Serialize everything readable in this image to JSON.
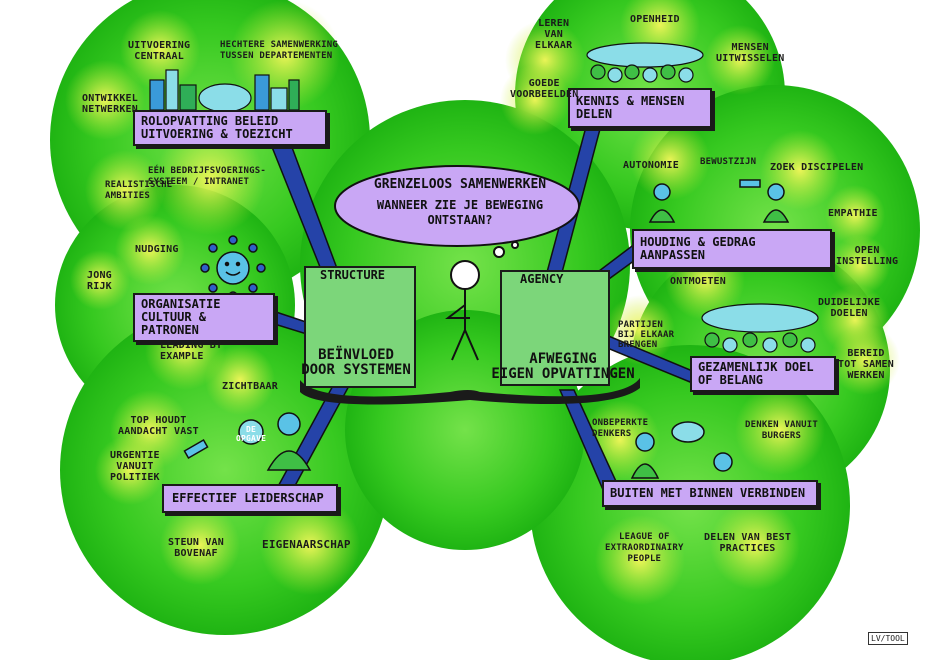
{
  "center": {
    "title": "GRENZELOOS SAMENWERKEN",
    "question": "WANNEER ZIE JE BEWEGING\nONTSTAAN?"
  },
  "structure": {
    "title": "STRUCTURE",
    "caption": "BEÏNVLOED\nDOOR SYSTEMEN"
  },
  "agency": {
    "title": "AGENCY",
    "caption": "AFWEGING\nEIGEN OPVATTINGEN"
  },
  "boxes": {
    "rolopvatting": "ROLOPVATTING BELEID\nUITVOERING & TOEZICHT",
    "organisatie": "ORGANISATIE\nCULTUUR & PATRONEN",
    "leiderschap": "EFFECTIEF LEIDERSCHAP",
    "kennis": "KENNIS & MENSEN DELEN",
    "houding": "HOUDING & GEDRAG AANPASSEN",
    "gezamenlijk": "GEZAMENLIJK DOEL\nOF BELANG",
    "buiten": "BUITEN MET BINNEN VERBINDEN"
  },
  "labels": {
    "uitvoering_centraal": "UITVOERING\nCENTRAAL",
    "hechtere": "HECHTERE SAMENWERKING\nTUSSEN DEPARTEMENTEN",
    "ontwikkel": "ONTWIKKEL\nNETWERKEN",
    "een_bedrijf": "EÉN BEDRIJFSVOERINGS-\nSYSTEEM / INTRANET",
    "realistische": "REALISTISCHE\nAMBITIES",
    "nudging": "NUDGING",
    "jong_rijk": "JONG\nRIJK",
    "leading": "LEADING BY\nEXAMPLE",
    "zichtbaar": "ZICHTBAAR",
    "top_houdt": "TOP HOUDT\nAANDACHT VAST",
    "urgentie": "URGENTIE\nVANUIT\nPOLITIEK",
    "de_opgave": "DE\nOPGAVE",
    "steun": "STEUN VAN\nBOVENAF",
    "eigenaarschap": "EIGENAARSCHAP",
    "leren": "LEREN\nVAN\nELKAAR",
    "openheid": "OPENHEID",
    "mensen": "MENSEN\nUITWISSELEN",
    "goede": "GOEDE\nVOORBEELDEN",
    "autonomie": "AUTONOMIE",
    "bewustzijn": "BEWUSTZIJN",
    "zoek": "ZOEK DISCIPELEN",
    "empathie": "EMPATHIE",
    "open_instelling": "OPEN\nINSTELLING",
    "ontmoeten": "ONTMOETEN",
    "duidelijke": "DUIDELIJKE\nDOELEN",
    "partijen": "PARTIJEN\nBIJ ELKAAR\nBRENGEN",
    "bereid": "BEREID\nTOT SAMEN\nWERKEN",
    "onbeperkte": "ONBEPERKTE\nDENKERS",
    "denken_vanuit": "DENKEN VANUIT\nBURGERS",
    "league": "LEAGUE OF\nEXTRAORDINAIRY\nPEOPLE",
    "delen": "DELEN VAN BEST\nPRACTICES"
  },
  "signature": "LV/TOOL",
  "colors": {
    "blob": "#2fc41a",
    "yellow_glow": "#e8f23a",
    "box": "#c9a7f5",
    "connector": "#2543a8",
    "panel": "#7cd67a",
    "fish_green": "#3fbf45",
    "fish_purple": "#a35de0"
  }
}
